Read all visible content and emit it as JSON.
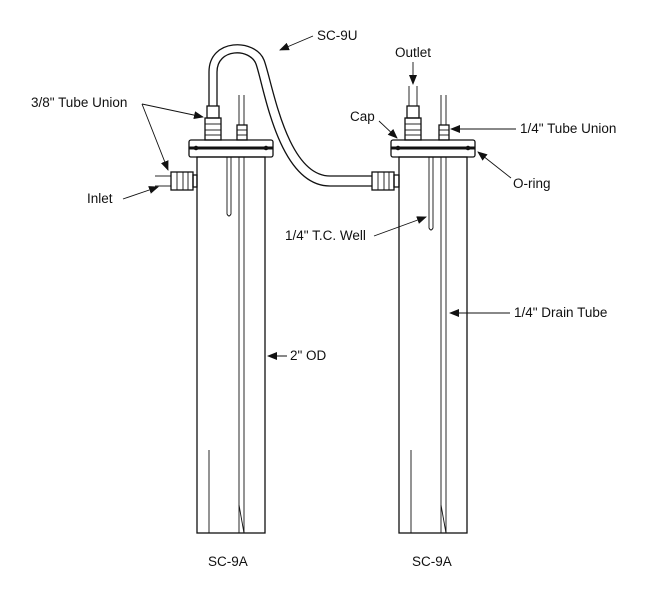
{
  "diagram": {
    "labels": {
      "sc9u": "SC-9U",
      "outlet": "Outlet",
      "tube_union_38": "3/8\" Tube Union",
      "cap": "Cap",
      "tube_union_14": "1/4\" Tube Union",
      "inlet": "Inlet",
      "oring": "O-ring",
      "tc_well": "1/4\" T.C. Well",
      "drain_tube": "1/4\" Drain Tube",
      "od": "2\" OD",
      "sc9a_left": "SC-9A",
      "sc9a_right": "SC-9A"
    }
  }
}
